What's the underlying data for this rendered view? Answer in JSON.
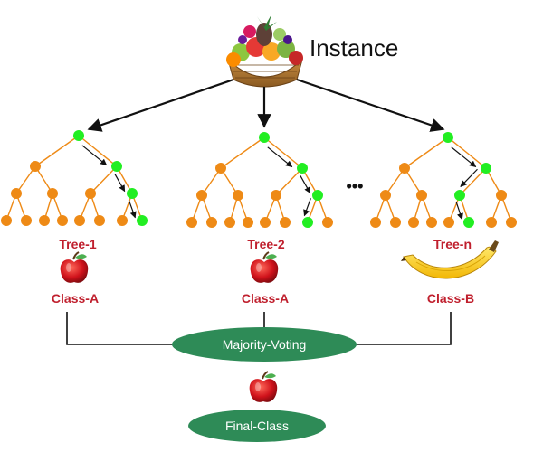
{
  "instance": {
    "label": "Instance",
    "icon": "fruit-basket-icon"
  },
  "ellipsis": "•••",
  "trees": [
    {
      "label": "Tree-1",
      "class_label": "Class-A",
      "fruit_icon": "apple-icon"
    },
    {
      "label": "Tree-2",
      "class_label": "Class-A",
      "fruit_icon": "apple-icon"
    },
    {
      "label": "Tree-n",
      "class_label": "Class-B",
      "fruit_icon": "banana-icon"
    }
  ],
  "voting": {
    "label": "Majority-Voting"
  },
  "final": {
    "label": "Final-Class",
    "fruit_icon": "apple-icon"
  },
  "colors": {
    "node_orange": "#ee8a16",
    "node_green": "#22ee22",
    "tree_label": "#c0202e",
    "ellipse_fill": "#2e8b57",
    "ellipse_text": "#ffffff",
    "line": "#111111"
  }
}
